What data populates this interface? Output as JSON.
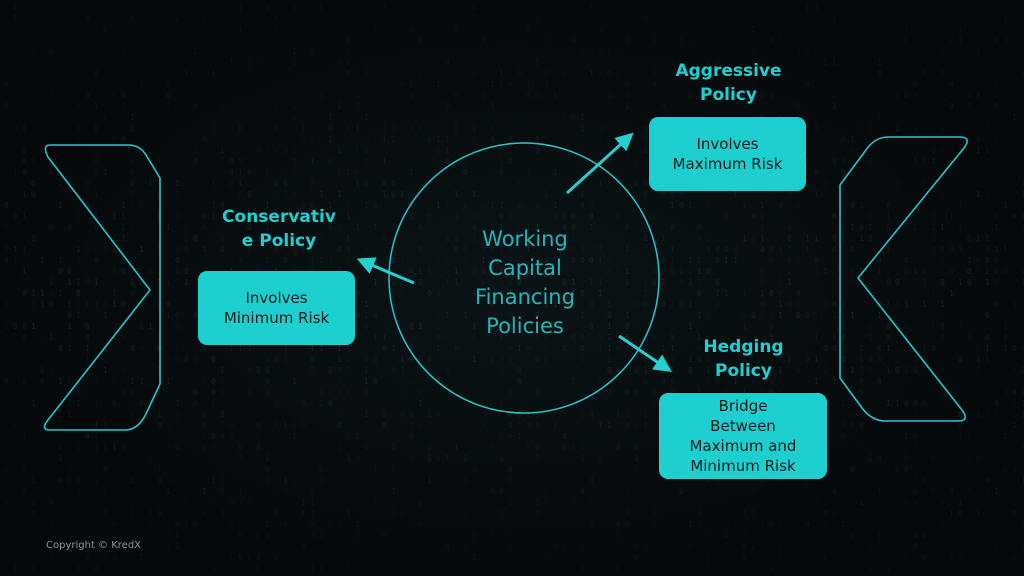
{
  "diagram": {
    "center_label": "Working\nCapital\nFinancing\nPolicies",
    "conservative": {
      "heading": "Conservativ\ne Policy",
      "box": "Involves\nMinimum Risk"
    },
    "aggressive": {
      "heading": "Aggressive\nPolicy",
      "box": "Involves\nMaximum Risk"
    },
    "hedging": {
      "heading": "Hedging\nPolicy",
      "box": "Bridge\nBetween\nMaximum and\nMinimum Risk"
    }
  },
  "footer": {
    "copyright": "Copyright © KredX"
  },
  "colors": {
    "accent": "#1ecfcf",
    "background": "#05090b",
    "box_text": "#0a1a1c"
  }
}
